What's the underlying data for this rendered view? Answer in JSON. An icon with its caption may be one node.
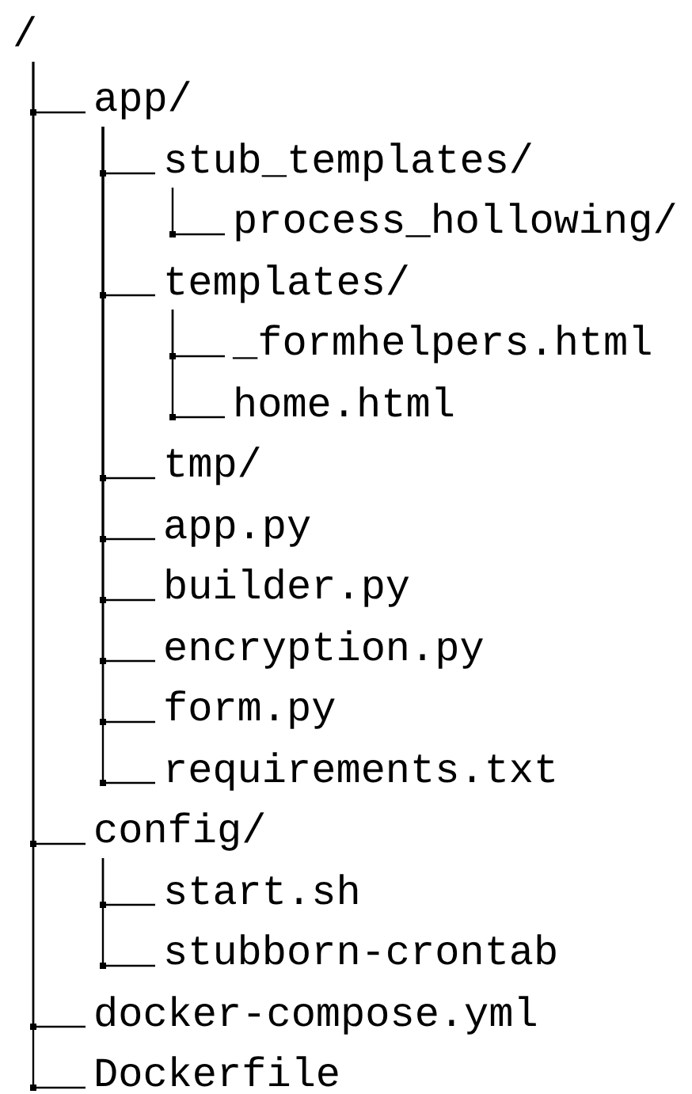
{
  "diagram": {
    "nodes": [
      {
        "text": [
          "/"
        ]
      },
      {
        "text": [
          "app/"
        ]
      },
      {
        "text": [
          "stub_templates/"
        ]
      },
      {
        "text": [
          "process_hollowing/"
        ]
      },
      {
        "text": [
          "templates/"
        ]
      },
      {
        "text": [
          "_formhelpers.html"
        ]
      },
      {
        "text": [
          "home.html"
        ]
      },
      {
        "text": [
          "tmp/"
        ]
      },
      {
        "text": [
          "app.py"
        ]
      },
      {
        "text": [
          "builder.py"
        ]
      },
      {
        "text": [
          "encryption.py"
        ]
      },
      {
        "text": [
          "form.py"
        ]
      },
      {
        "text": [
          "requirements.txt"
        ]
      },
      {
        "text": [
          "config/"
        ]
      },
      {
        "text": [
          "start.sh"
        ]
      },
      {
        "text": [
          "stubborn-crontab"
        ]
      },
      {
        "text": [
          "docker-compose.yml"
        ]
      },
      {
        "text": [
          "Dockerfile"
        ]
      }
    ],
    "edges": [
      {
        "from": 0,
        "to": 1,
        "arrow": "none"
      },
      {
        "from": 1,
        "to": 2,
        "arrow": "none"
      },
      {
        "from": 2,
        "to": 3,
        "arrow": "none"
      },
      {
        "from": 1,
        "to": 4,
        "arrow": "none"
      },
      {
        "from": 4,
        "to": 5,
        "arrow": "none"
      },
      {
        "from": 4,
        "to": 6,
        "arrow": "none"
      },
      {
        "from": 1,
        "to": 7,
        "arrow": "none"
      },
      {
        "from": 1,
        "to": 8,
        "arrow": "none"
      },
      {
        "from": 1,
        "to": 9,
        "arrow": "none"
      },
      {
        "from": 1,
        "to": 10,
        "arrow": "none"
      },
      {
        "from": 1,
        "to": 11,
        "arrow": "none"
      },
      {
        "from": 1,
        "to": 12,
        "arrow": "none"
      },
      {
        "from": 0,
        "to": 13,
        "arrow": "none"
      },
      {
        "from": 13,
        "to": 14,
        "arrow": "none"
      },
      {
        "from": 13,
        "to": 15,
        "arrow": "none"
      },
      {
        "from": 0,
        "to": 16,
        "arrow": "none"
      },
      {
        "from": 0,
        "to": 17,
        "arrow": "none"
      }
    ]
  }
}
